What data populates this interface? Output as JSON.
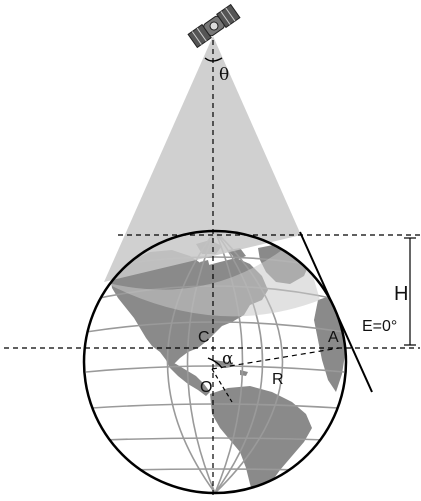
{
  "labels": {
    "theta": "θ",
    "alpha": "α",
    "center": "O",
    "point_c": "C",
    "point_a": "A",
    "radius": "R",
    "height": "H",
    "elevation": "E=0°"
  },
  "colors": {
    "cone": "#c8c8c8",
    "cone_overlap": "#b4b4b4",
    "land": "#8a8a8a",
    "land_shadow": "#6f6f6f",
    "ocean": "#ffffff",
    "graticule": "#9a9a9a",
    "outline": "#000000",
    "dash": "#000000"
  },
  "icons": {
    "satellite": "satellite-icon"
  }
}
